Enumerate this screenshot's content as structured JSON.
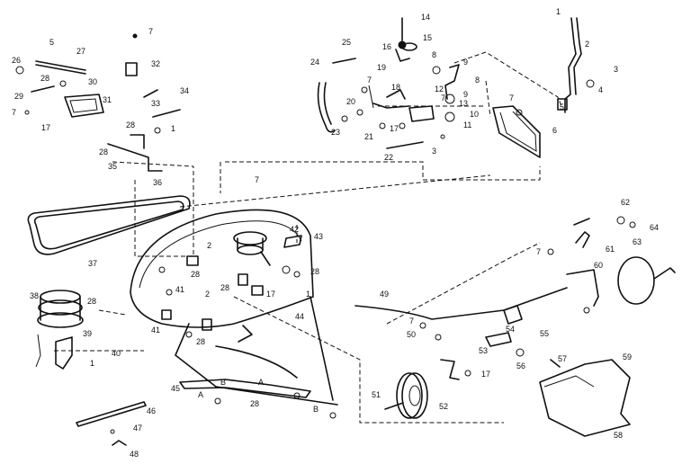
{
  "callouts": {
    "c1": "1",
    "c2": "2",
    "c3": "3",
    "c4": "4",
    "c5": "5",
    "c6": "6",
    "c7": "7",
    "c8": "8",
    "c9": "9",
    "c10": "10",
    "c11": "11",
    "c12": "12",
    "c13": "13",
    "c14": "14",
    "c15": "15",
    "c16": "16",
    "c17": "17",
    "c18": "18",
    "c19": "19",
    "c20": "20",
    "c21": "21",
    "c22": "22",
    "c23": "23",
    "c24": "24",
    "c25": "25",
    "c26": "26",
    "c27": "27",
    "c28": "28",
    "c29": "29",
    "c30": "30",
    "c31": "31",
    "c32": "32",
    "c33": "33",
    "c34": "34",
    "c35": "35",
    "c36": "36",
    "c37": "37",
    "c38": "38",
    "c39": "39",
    "c40": "40",
    "c41": "41",
    "c42": "42",
    "c43": "43",
    "c44": "44",
    "c45": "45",
    "c46": "46",
    "c47": "47",
    "c48": "48",
    "c49": "49",
    "c50": "50",
    "c51": "51",
    "c52": "52",
    "c53": "53",
    "c54": "54",
    "c55": "55",
    "c56": "56",
    "c57": "57",
    "c58": "58",
    "c59": "59",
    "c60": "60",
    "c61": "61",
    "c62": "62",
    "c63": "63",
    "c64": "64",
    "A": "A",
    "B": "B"
  }
}
